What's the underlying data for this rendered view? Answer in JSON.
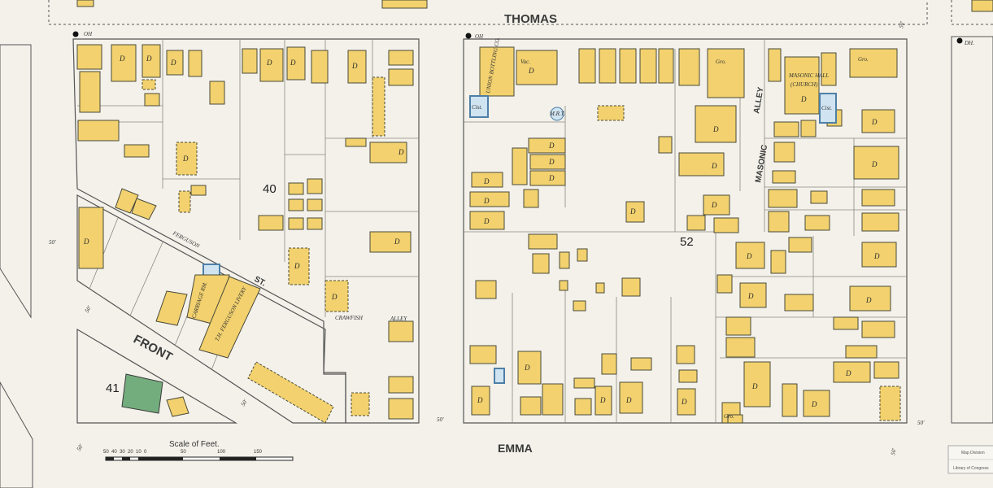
{
  "streets": {
    "thomas": "THOMAS",
    "front": "FRONT",
    "emma": "EMMA",
    "front_st": "ST.",
    "alley_vertical": "ALLEY",
    "alley_small": "ALLEY",
    "masonic": "MASONIC",
    "ferguson": "FERGUSON",
    "crawfish": "CRAWFISH"
  },
  "blocks": {
    "b40": "40",
    "b41": "41",
    "b52": "52"
  },
  "buildings": {
    "union_bottling": "UNION BOTTLING CO.",
    "masonic_hall": "MASONIC HALL",
    "masonic_hall_sub": "(CHURCH)",
    "livery": "T.H. FERGUSON LIVERY",
    "carriage": "CARRIAGE RM.",
    "gro1": "Gro.",
    "gro2": "Gro.",
    "gro3": "Gro.",
    "cist1": "Cist.",
    "cist2": "Cist.",
    "d": "D",
    "oh_left": "OH",
    "oh_mid": "OH",
    "oh_right": "DH.",
    "mrtine": "M.R.T.",
    "vac": "Vac."
  },
  "widths": {
    "w50_a": "50'",
    "w50_b": "50'",
    "w50_c": "50'",
    "w50_d": "50'",
    "w50_e": "50'",
    "w50_f": "50'",
    "w50_g": "50'",
    "w50_h": "50'"
  },
  "scale": {
    "title": "Scale of Feet.",
    "ticks": [
      "50",
      "40",
      "30",
      "20",
      "10",
      "0",
      "50",
      "100",
      "150"
    ]
  },
  "stamp": {
    "line1": "Map Division",
    "line2": "Library of Congress"
  },
  "colors": {
    "frame_brick": "#f2d16e",
    "stone": "#74ad7d",
    "cistern": "#cfe3f0",
    "paper": "#f3f1ea"
  }
}
